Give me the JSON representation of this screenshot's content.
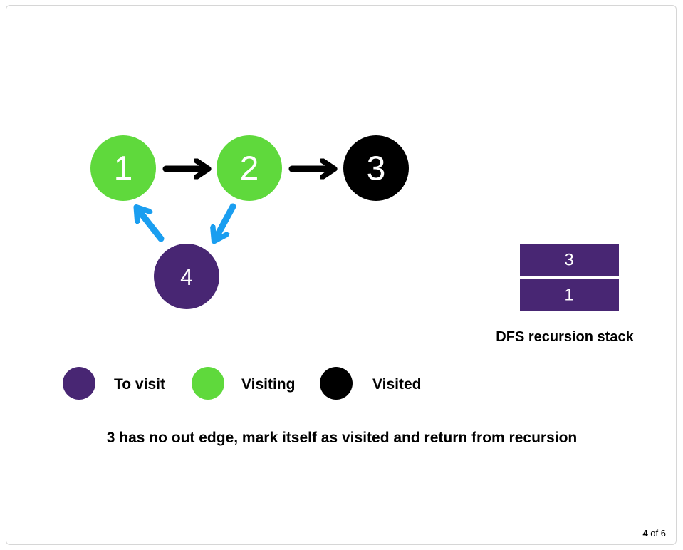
{
  "colors": {
    "to_visit": "#482673",
    "visiting": "#5fd93c",
    "visited": "#000000",
    "back_edge": "#1a9ef0",
    "edge": "#000000"
  },
  "nodes": [
    {
      "label": "1",
      "state": "visiting"
    },
    {
      "label": "2",
      "state": "visiting"
    },
    {
      "label": "3",
      "state": "visited"
    },
    {
      "label": "4",
      "state": "to_visit"
    }
  ],
  "edges": [
    {
      "from": "1",
      "to": "2"
    },
    {
      "from": "2",
      "to": "3"
    },
    {
      "from": "4",
      "to": "1"
    },
    {
      "from": "2",
      "to": "4"
    }
  ],
  "stack": {
    "items": [
      "3",
      "1"
    ],
    "caption": "DFS recursion stack"
  },
  "legend": [
    {
      "label": "To visit",
      "state": "to_visit"
    },
    {
      "label": "Visiting",
      "state": "visiting"
    },
    {
      "label": "Visited",
      "state": "visited"
    }
  ],
  "caption": "3 has no out edge, mark itself as visited and return from recursion",
  "pager": {
    "current": "4",
    "separator": "of",
    "total": "6"
  }
}
